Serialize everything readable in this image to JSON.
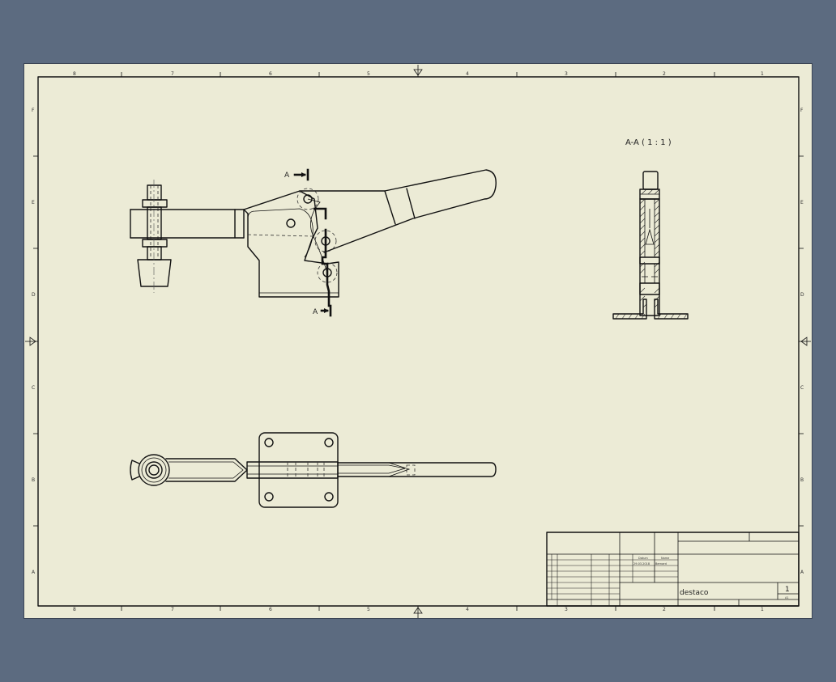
{
  "drawing": {
    "section_label": "A-A ( 1 : 1 )",
    "section_marker": "A",
    "title_block": {
      "title": "destaco",
      "sheet_number": "1",
      "sheet_count": "A1",
      "col_datum": "Datum",
      "col_name": "Name",
      "date_value": "29.03.2018",
      "name_value": "Bernard"
    },
    "zones": {
      "columns": [
        "8",
        "7",
        "6",
        "5",
        "4",
        "3",
        "2",
        "1"
      ],
      "rows": [
        "F",
        "E",
        "D",
        "C",
        "B",
        "A"
      ]
    }
  }
}
